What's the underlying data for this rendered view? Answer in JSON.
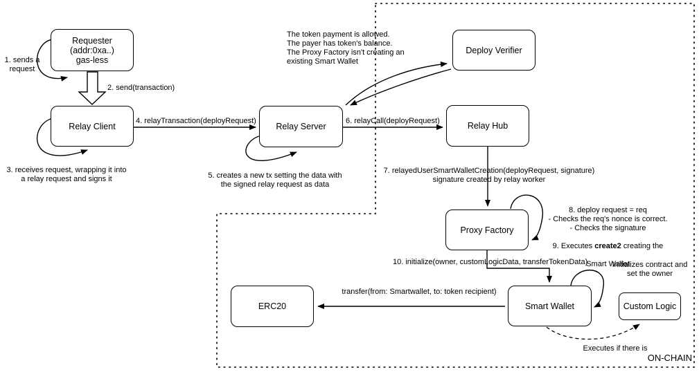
{
  "nodes": {
    "requester": "Requester\n(addr:0xa..)\ngas-less",
    "relay_client": "Relay Client",
    "relay_server": "Relay Server",
    "deploy_verifier": "Deploy Verifier",
    "relay_hub": "Relay Hub",
    "proxy_factory": "Proxy Factory",
    "smart_wallet": "Smart Wallet",
    "erc20": "ERC20",
    "custom_logic": "Custom Logic"
  },
  "labels": {
    "step1": "1. sends a\nrequest",
    "step2": "2. send(transaction)",
    "step3": "3. receives request, wrapping it into\na relay request and signs it",
    "step4": "4. relayTransaction(deployRequest)",
    "step5": "5. creates a new tx setting the data with\nthe signed relay request as data",
    "step6": "6. relayCall(deployRequest)",
    "step7": "7. relayedUserSmartWalletCreation(deployRequest, signature)\nsignature created by relay worker",
    "step8": "8. deploy request = req\n- Checks the req's nonce is correct.\n- Checks the signature",
    "step9_pre": "9. Executes ",
    "step9_bold": "create2",
    "step9_post": " creating the",
    "step9_line2": "Smart Wallet",
    "step10": "10. initialize(owner, customLogicData, transferTokenData)",
    "transfer": "transfer(from: Smartwallet, to: token recipient)",
    "initializes": "Initializes contract and\nset the owner",
    "executes_if": "Executes if there is",
    "verifier_note": "The token payment is allowed.\nThe payer has token's balance.\nThe Proxy Factory isn't creating an\nexisting Smart Wallet",
    "region": "ON-CHAIN"
  },
  "colors": {
    "stroke": "#000000",
    "background": "#ffffff"
  }
}
